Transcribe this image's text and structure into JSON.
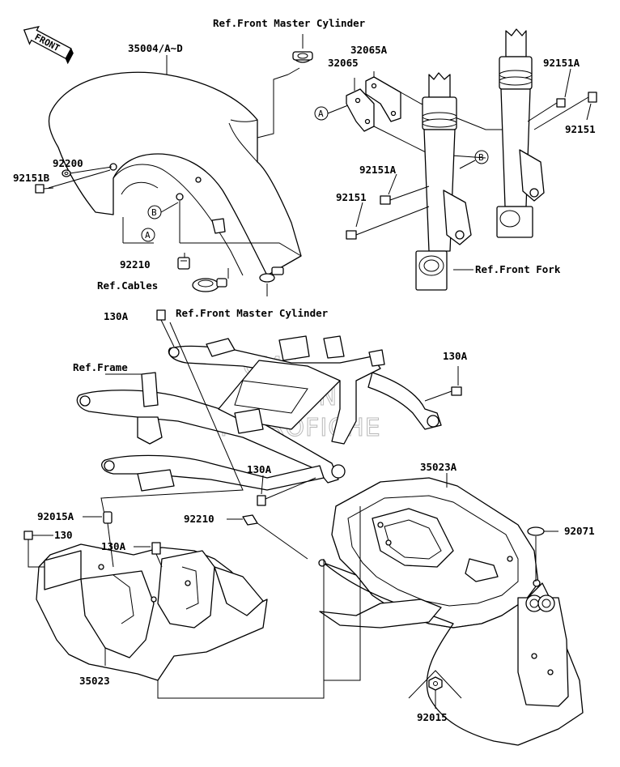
{
  "watermark": [
    "CMS",
    "ONLINE",
    "MICROFICHE"
  ],
  "direction_indicator": "FRONT",
  "callouts": {
    "a": "A",
    "b": "B"
  },
  "labels": {
    "front_fender": "35004/A~D",
    "ref_front_master_cylinder_top": "Ref.Front Master Cylinder",
    "bracket_32065A": "32065A",
    "bracket_32065": "32065",
    "bolt_92151A_right": "92151A",
    "bolt_92151_right": "92151",
    "washer_92200": "92200",
    "bolt_92151B": "92151B",
    "bolt_92151A_left": "92151A",
    "bolt_92151_left": "92151",
    "clamp_92210_top": "92210",
    "ref_cables": "Ref.Cables",
    "ref_front_master_cylinder_bottom": "Ref.Front Master Cylinder",
    "ref_front_fork": "Ref.Front Fork",
    "bolt_130A_top": "130A",
    "ref_frame": "Ref.Frame",
    "bolt_130A_right": "130A",
    "bolt_130A_mid": "130A",
    "rear_fender_35023A": "35023A",
    "collar_92015A": "92015A",
    "clamp_92210_mid": "92210",
    "cap_92071": "92071",
    "bolt_130": "130",
    "bolt_130A_low": "130A",
    "inner_fender_35023": "35023",
    "nut_92015": "92015"
  }
}
